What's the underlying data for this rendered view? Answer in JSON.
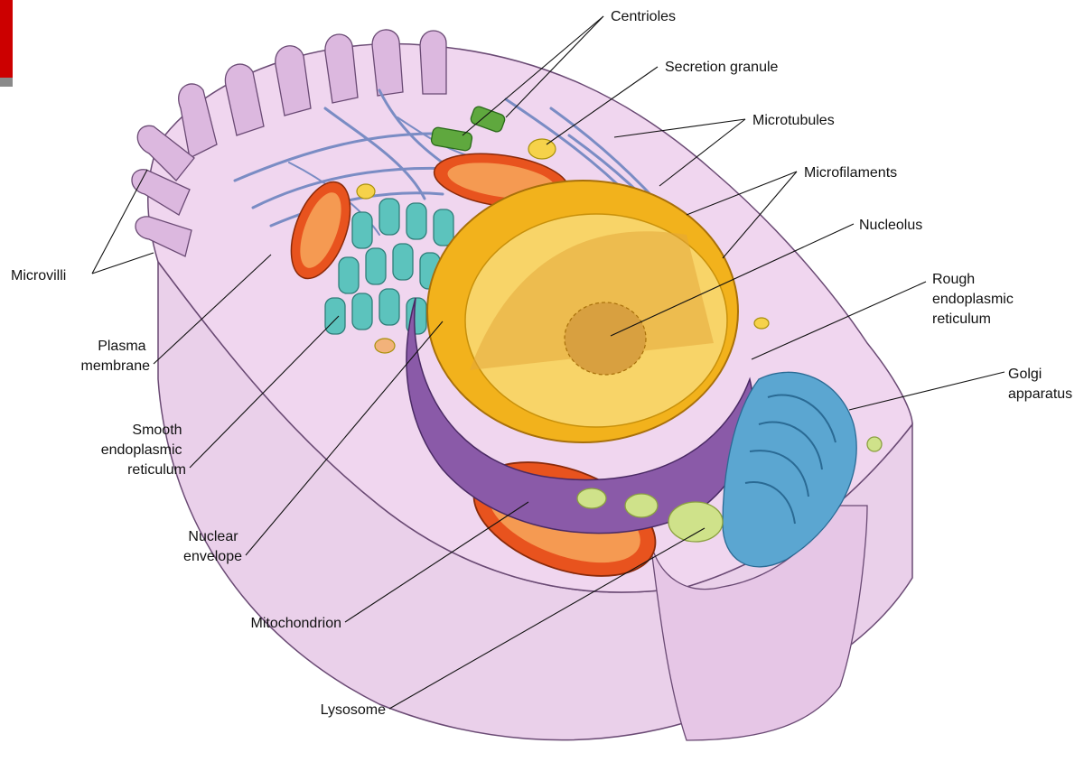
{
  "colors": {
    "accent_bar": "#cc0000",
    "accent_bar_shadow": "#8a8a8a",
    "cytoplasm": "#f0d6ef",
    "membrane": "#d9b2dc",
    "membrane_edge": "#6a4a74",
    "nucleus": "#f2b21c",
    "nucleus_cut": "#f8d468",
    "nucleolus": "#d8a040",
    "nuclear_envelope": "#7a4f9c",
    "mitochondrion": "#e8531e",
    "mitochondrion_inner": "#f59a52",
    "smooth_er": "#5cc3bd",
    "golgi": "#5ba6d1",
    "lysosome": "#cfe28a",
    "secretion_granule": "#f6d24a",
    "centriole": "#5fa83e",
    "cytoskeleton": "#7a8cc4"
  },
  "labels": {
    "centrioles": "Centrioles",
    "secretion_granule": "Secretion granule",
    "microtubules": "Microtubules",
    "microfilaments": "Microfilaments",
    "nucleolus": "Nucleolus",
    "rough_er": [
      "Rough",
      "endoplasmic",
      "reticulum"
    ],
    "golgi": [
      "Golgi",
      "apparatus"
    ],
    "microvilli": "Microvilli",
    "plasma_membrane": [
      "Plasma",
      "membrane"
    ],
    "smooth_er": [
      "Smooth",
      "endoplasmic",
      "reticulum"
    ],
    "nuclear_envelope": [
      "Nuclear",
      "envelope"
    ],
    "mitochondrion": "Mitochondrion",
    "lysosome": "Lysosome"
  }
}
